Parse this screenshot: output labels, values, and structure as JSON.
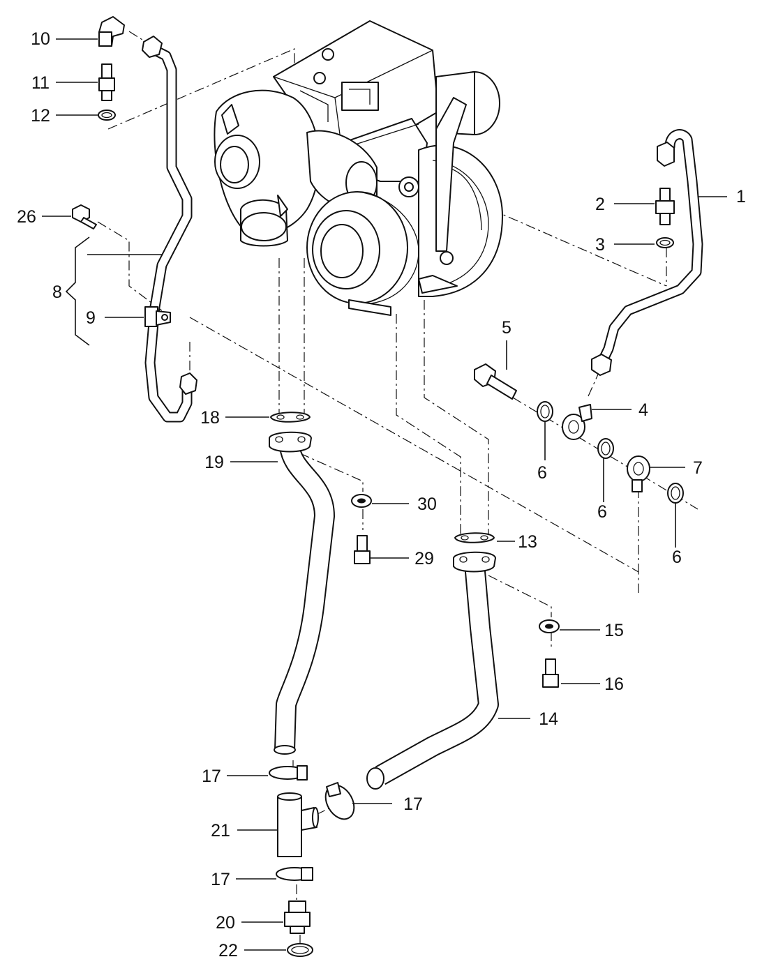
{
  "diagram": {
    "type": "exploded-parts-diagram",
    "labels": [
      {
        "id": "c1",
        "text": "1"
      },
      {
        "id": "c2",
        "text": "2"
      },
      {
        "id": "c3",
        "text": "3"
      },
      {
        "id": "c4",
        "text": "4"
      },
      {
        "id": "c5",
        "text": "5"
      },
      {
        "id": "c6a",
        "text": "6"
      },
      {
        "id": "c6b",
        "text": "6"
      },
      {
        "id": "c6c",
        "text": "6"
      },
      {
        "id": "c7",
        "text": "7"
      },
      {
        "id": "c8",
        "text": "8"
      },
      {
        "id": "c9",
        "text": "9"
      },
      {
        "id": "c10",
        "text": "10"
      },
      {
        "id": "c11",
        "text": "11"
      },
      {
        "id": "c12",
        "text": "12"
      },
      {
        "id": "c13",
        "text": "13"
      },
      {
        "id": "c14",
        "text": "14"
      },
      {
        "id": "c15",
        "text": "15"
      },
      {
        "id": "c16",
        "text": "16"
      },
      {
        "id": "c17a",
        "text": "17"
      },
      {
        "id": "c17b",
        "text": "17"
      },
      {
        "id": "c17c",
        "text": "17"
      },
      {
        "id": "c18",
        "text": "18"
      },
      {
        "id": "c19",
        "text": "19"
      },
      {
        "id": "c20",
        "text": "20"
      },
      {
        "id": "c21",
        "text": "21"
      },
      {
        "id": "c22",
        "text": "22"
      },
      {
        "id": "c26",
        "text": "26"
      },
      {
        "id": "c29",
        "text": "29"
      },
      {
        "id": "c30",
        "text": "30"
      }
    ]
  }
}
